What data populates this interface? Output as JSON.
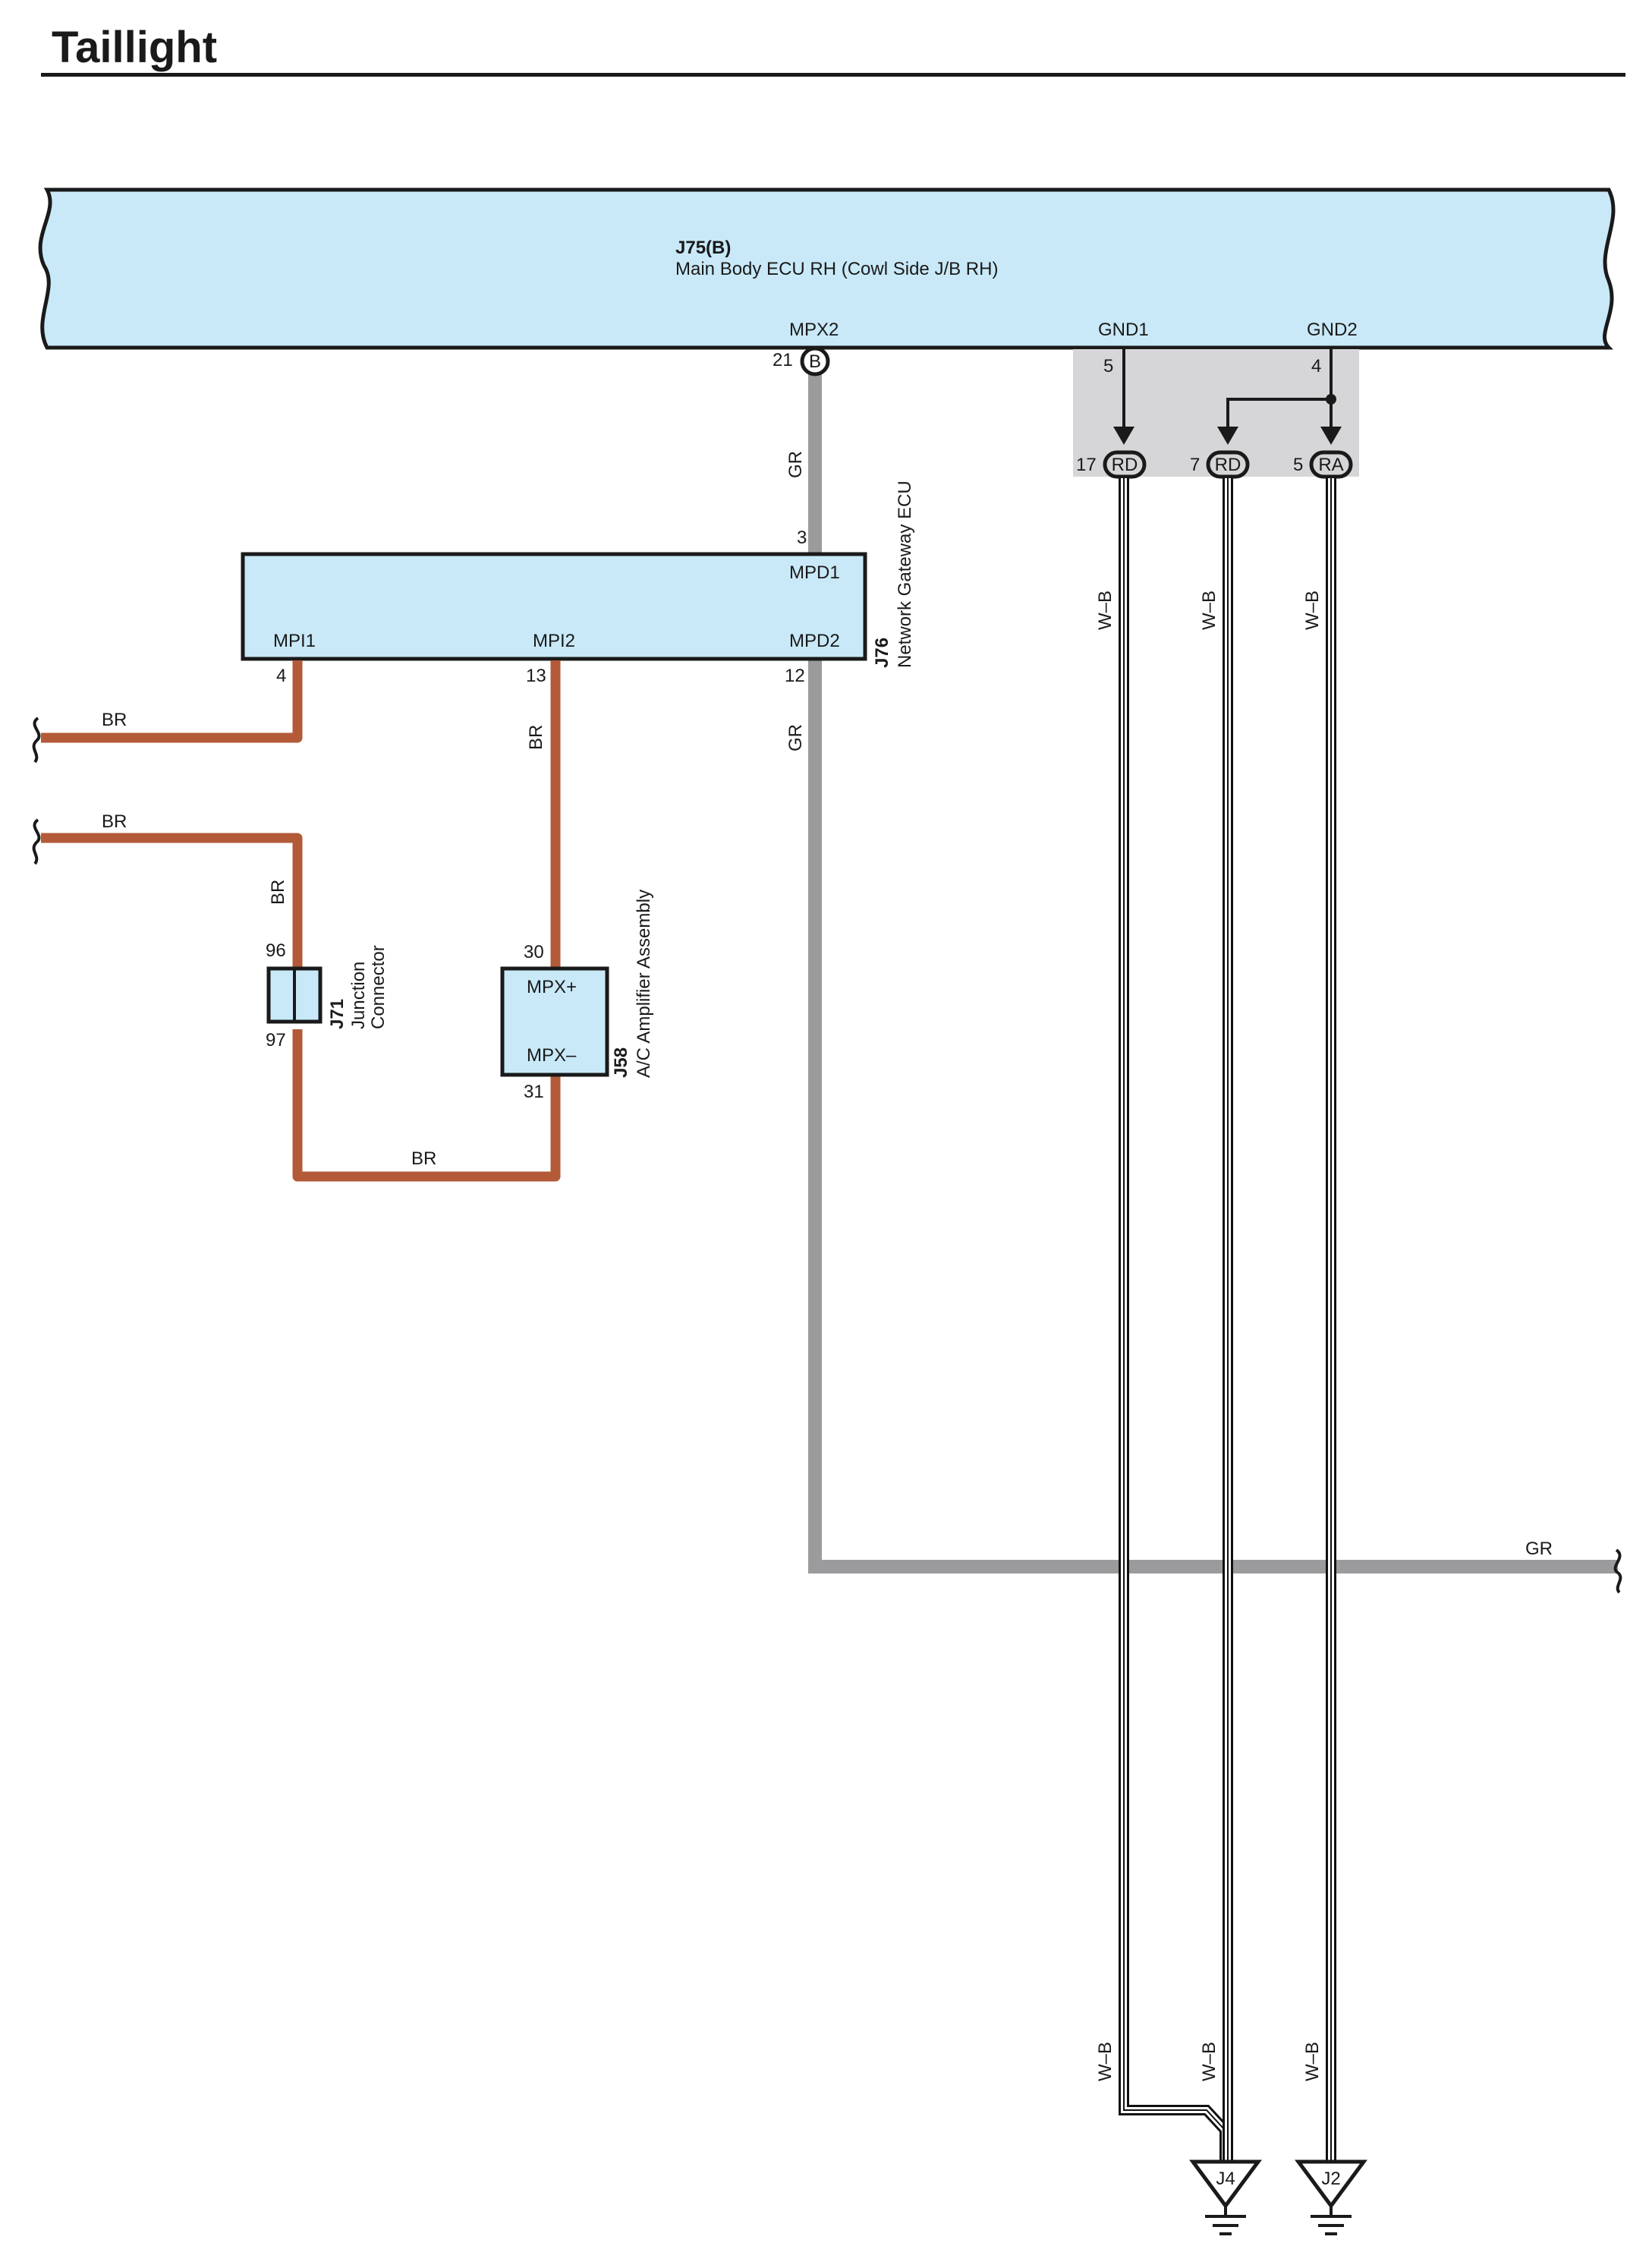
{
  "title": "Taillight",
  "colors": {
    "ecu_fill": "#c9e9f8",
    "br_wire": "#b35a38",
    "gr_wire": "#9b9b9d",
    "wb_wire": "#111111",
    "ground_block": "#d6d6d8",
    "outline": "#1a1a1a"
  },
  "components": {
    "j75": {
      "code": "J75(B)",
      "name": "Main Body ECU RH (Cowl Side J/B RH)",
      "pins": {
        "mpx2": "MPX2",
        "gnd1": "GND1",
        "gnd2": "GND2"
      },
      "pin_numbers": {
        "mpx2": "21",
        "gnd1": "5",
        "gnd2": "4"
      },
      "connector_mark": "B"
    },
    "j76": {
      "code": "J76",
      "name": "Network Gateway ECU",
      "pins": {
        "mpd1": "MPD1",
        "mpd2": "MPD2",
        "mpi1": "MPI1",
        "mpi2": "MPI2"
      },
      "pin_numbers": {
        "mpd1": "3",
        "mpd2": "12",
        "mpi1": "4",
        "mpi2": "13"
      }
    },
    "j71": {
      "code": "J71",
      "name_line1": "Junction",
      "name_line2": "Connector",
      "pin_numbers": {
        "top": "96",
        "bottom": "97"
      }
    },
    "j58": {
      "code": "J58",
      "name": "A/C Amplifier Assembly",
      "pins": {
        "plus": "MPX+",
        "minus": "MPX–"
      },
      "pin_numbers": {
        "plus": "30",
        "minus": "31"
      }
    }
  },
  "junction_connectors": [
    {
      "pin": "17",
      "code": "RD"
    },
    {
      "pin": "7",
      "code": "RD"
    },
    {
      "pin": "5",
      "code": "RA"
    }
  ],
  "grounds": [
    "J4",
    "J2"
  ],
  "wire_labels": {
    "br": "BR",
    "gr": "GR",
    "wb": "W–B"
  }
}
